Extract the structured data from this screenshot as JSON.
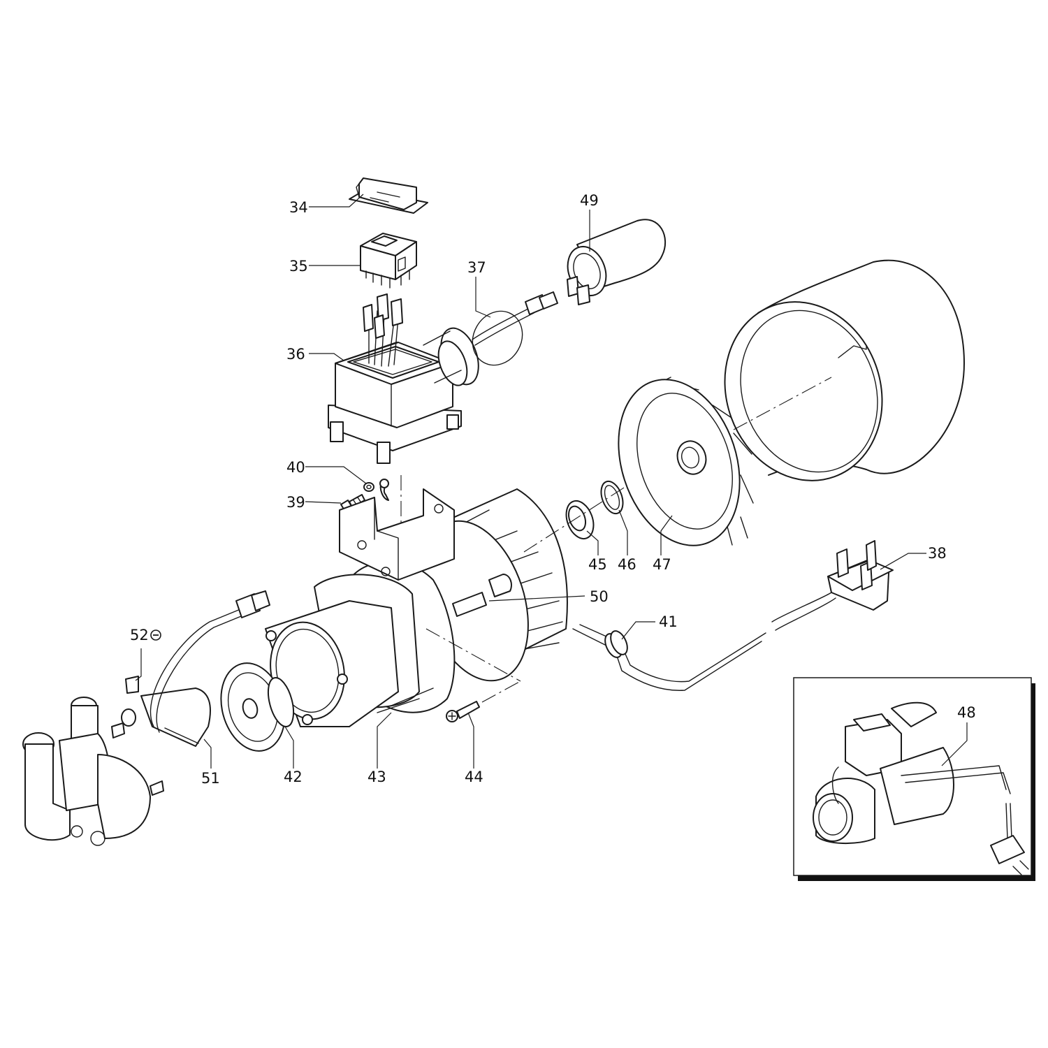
{
  "diagram": {
    "callouts": {
      "p34": "34",
      "p35": "35",
      "p36": "36",
      "p37": "37",
      "p38": "38",
      "p39": "39",
      "p40": "40",
      "p41": "41",
      "p42": "42",
      "p43": "43",
      "p44": "44",
      "p45": "45",
      "p46": "46",
      "p47": "47",
      "p48": "48",
      "p49": "49",
      "p50": "50",
      "p51": "51",
      "p52": "52"
    },
    "symbols": {
      "p52_marker": "circled-minus-icon"
    },
    "colors": {
      "line": "#1a1a1a",
      "background": "#ffffff"
    }
  }
}
